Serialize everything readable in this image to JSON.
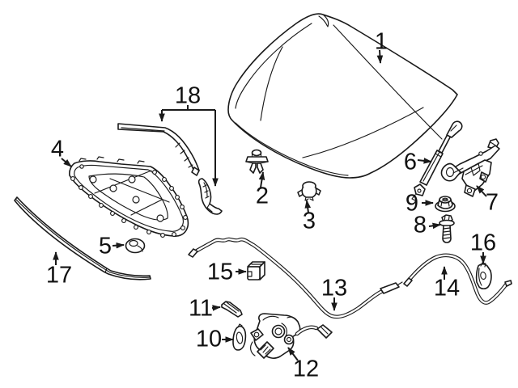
{
  "colors": {
    "background": "#ffffff",
    "line": "#1a1a1a",
    "label_text": "#111111"
  },
  "callouts": [
    {
      "label": "1",
      "part": "hood-panel"
    },
    {
      "label": "2",
      "part": "push-pin-clip"
    },
    {
      "label": "3",
      "part": "grommet"
    },
    {
      "label": "4",
      "part": "hood-insulator-pad"
    },
    {
      "label": "5",
      "part": "washer-grommet"
    },
    {
      "label": "6",
      "part": "gas-support-strut"
    },
    {
      "label": "7",
      "part": "hood-hinge"
    },
    {
      "label": "8",
      "part": "flange-bolt"
    },
    {
      "label": "9",
      "part": "flange-nut"
    },
    {
      "label": "10",
      "part": "striker-plate"
    },
    {
      "label": "11",
      "part": "bracket-shim"
    },
    {
      "label": "12",
      "part": "hood-lock-assembly"
    },
    {
      "label": "13",
      "part": "release-cable-front"
    },
    {
      "label": "14",
      "part": "release-cable-rear"
    },
    {
      "label": "15",
      "part": "cable-clip"
    },
    {
      "label": "16",
      "part": "cable-retainer"
    },
    {
      "label": "17",
      "part": "front-seal-strip"
    },
    {
      "label": "18",
      "part": "side-seal-strips"
    }
  ]
}
